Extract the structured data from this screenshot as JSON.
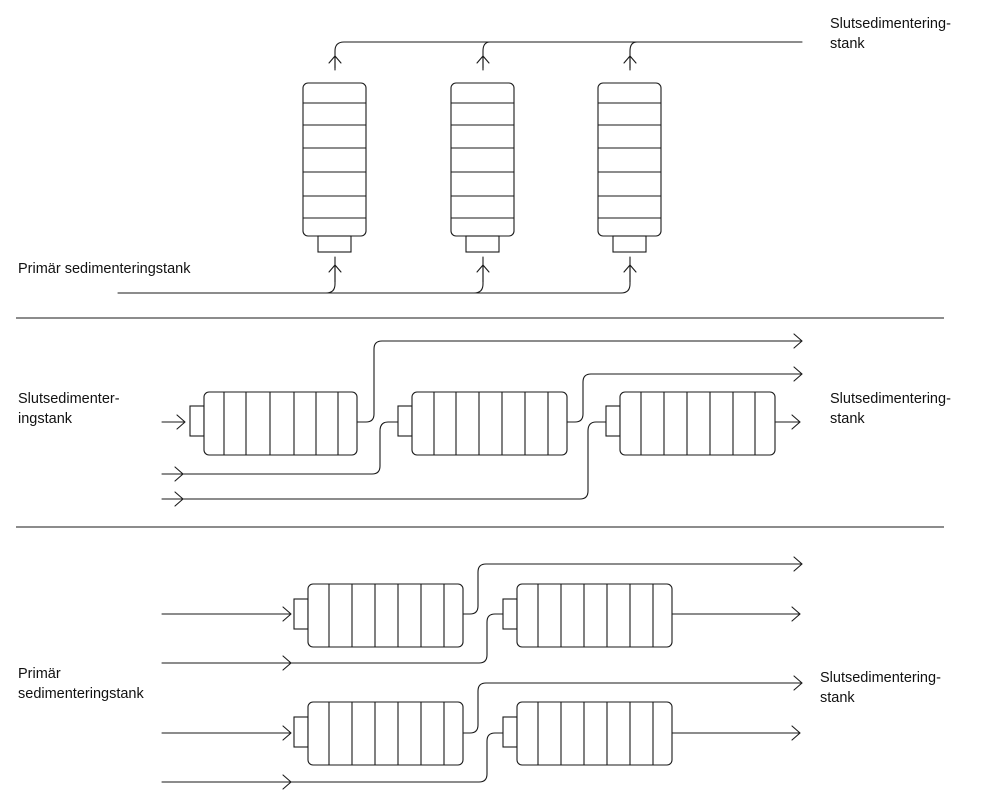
{
  "top": {
    "inlet_label": "Primär sedimenteringstank",
    "outlet_label_line1": "Slutsedimentering-",
    "outlet_label_line2": "stank"
  },
  "middle": {
    "inlet_label_line1": "Slutsedimenter-",
    "inlet_label_line2": "ingstank",
    "outlet_label_line1": "Slutsedimentering-",
    "outlet_label_line2": "stank"
  },
  "bottom": {
    "inlet_label_line1": "Primär",
    "inlet_label_line2": "sedimenteringstank",
    "outlet_label_line1": "Slutsedimentering-",
    "outlet_label_line2": "stank"
  }
}
